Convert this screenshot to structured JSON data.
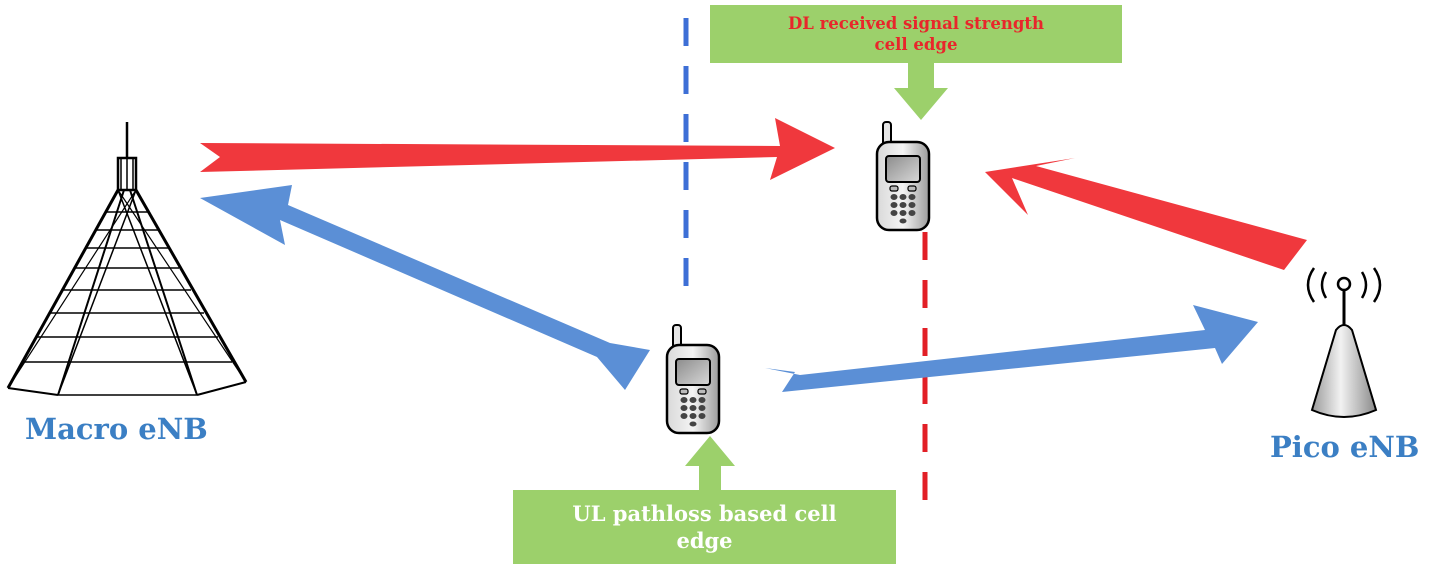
{
  "nodes": {
    "macro": {
      "label": "Macro eNB"
    },
    "pico": {
      "label": "Pico eNB"
    }
  },
  "callouts": {
    "dl": {
      "line1": "DL received signal strength",
      "line2": "cell edge"
    },
    "ul": {
      "line1": "UL pathloss based cell",
      "line2": "edge"
    }
  },
  "colors": {
    "dl_arrow": "#f0383d",
    "ul_arrow": "#5b8fd6",
    "ul_edge_line": "#3d6fd6",
    "dl_edge_line": "#e21f26",
    "callout_fill": "#9cd06b",
    "node_label": "#3b7fc4",
    "dl_callout_text": "#e8262b",
    "ul_callout_text": "#ffffff"
  },
  "icons": {
    "macro": "lattice-tower-icon",
    "pico": "pico-base-station-icon",
    "ue": "mobile-phone-icon"
  }
}
